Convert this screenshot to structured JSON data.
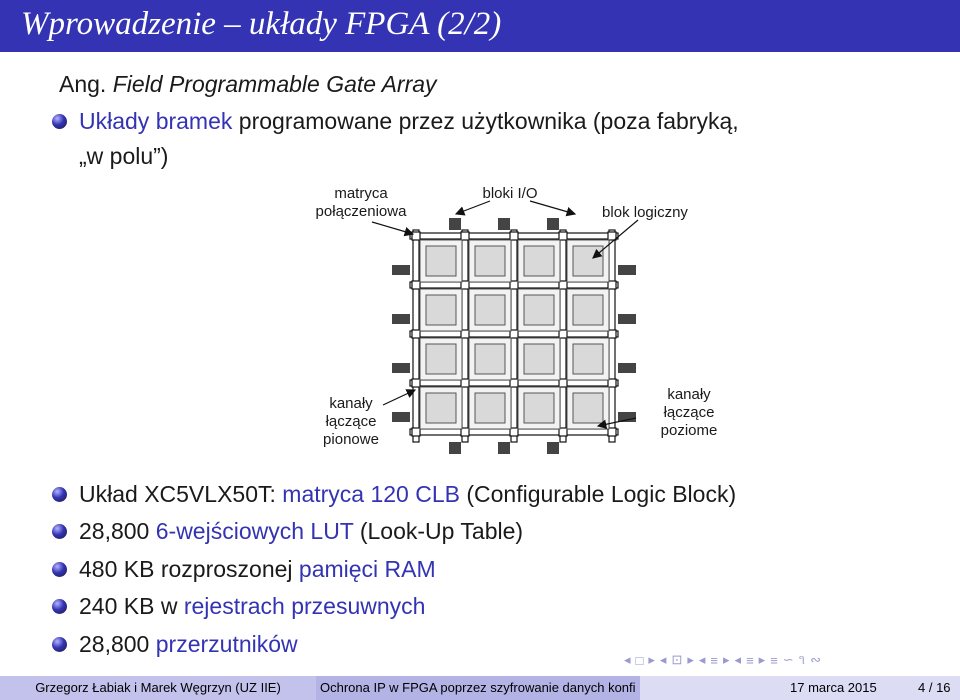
{
  "slide": {
    "title": "Wprowadzenie – układy FPGA (2/2)",
    "subtitle_prefix": "Ang.",
    "subtitle_italic": "Field Programmable Gate Array",
    "top_bullet": {
      "highlight": "Układy bramek",
      "rest": "programowane przez użytkownika (poza fabryką,",
      "line2": "„w polu”)"
    }
  },
  "diagram": {
    "labels": {
      "interconnect_matrix_1": "matryca",
      "interconnect_matrix_2": "połączeniowa",
      "io_blocks": "bloki I/O",
      "logic_block": "blok logiczny",
      "vertical_channels_1": "kanały",
      "vertical_channels_2": "łączące",
      "vertical_channels_3": "pionowe",
      "horizontal_channels_1": "kanały",
      "horizontal_channels_2": "łączące",
      "horizontal_channels_3": "poziome"
    },
    "colors": {
      "block_fill": "#d9d9d9",
      "block_border": "#555555",
      "io_fill": "#444444",
      "wire": "#111111"
    }
  },
  "bullets": [
    {
      "pre": "Układ XC5VLX50T: ",
      "hl": "matryca 120 CLB",
      "post": " (Configurable Logic Block)"
    },
    {
      "pre": "28,800 ",
      "hl": "6-wejściowych LUT",
      "post": " (Look-Up Table)"
    },
    {
      "pre": "480 KB rozproszonej ",
      "hl": "pamięci RAM",
      "post": ""
    },
    {
      "pre": "240 KB w ",
      "hl": "rejestrach przesuwnych",
      "post": ""
    },
    {
      "pre": "28,800 ",
      "hl": "przerzutników",
      "post": ""
    }
  ],
  "footer": {
    "authors": "Grzegorz Łabiak i Marek Węgrzyn  (UZ IIE)",
    "talk": "Ochrona IP w FPGA poprzez szyfrowanie danych konfi",
    "date": "17 marca 2015",
    "page": "4 / 16"
  },
  "nav_symbols": [
    "◂",
    "□",
    "▸",
    "◂",
    "⊡",
    "▸",
    "◂",
    "≡",
    "▸",
    "◂",
    "≡",
    "▸",
    "≡",
    "∽",
    "૧",
    "∾"
  ]
}
